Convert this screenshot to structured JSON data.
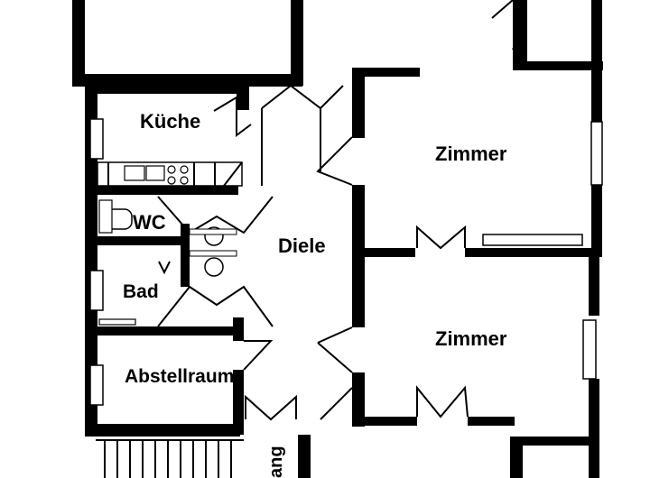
{
  "rooms": {
    "kueche": "Küche",
    "wc": "WC",
    "bad": "Bad",
    "abstellraum": "Abstellraum",
    "diele": "Diele",
    "zimmer_top": "Zimmer",
    "zimmer_bottom": "Zimmer",
    "eingang_partial": "ang"
  },
  "colors": {
    "wall": "#000000",
    "background": "#ffffff"
  }
}
